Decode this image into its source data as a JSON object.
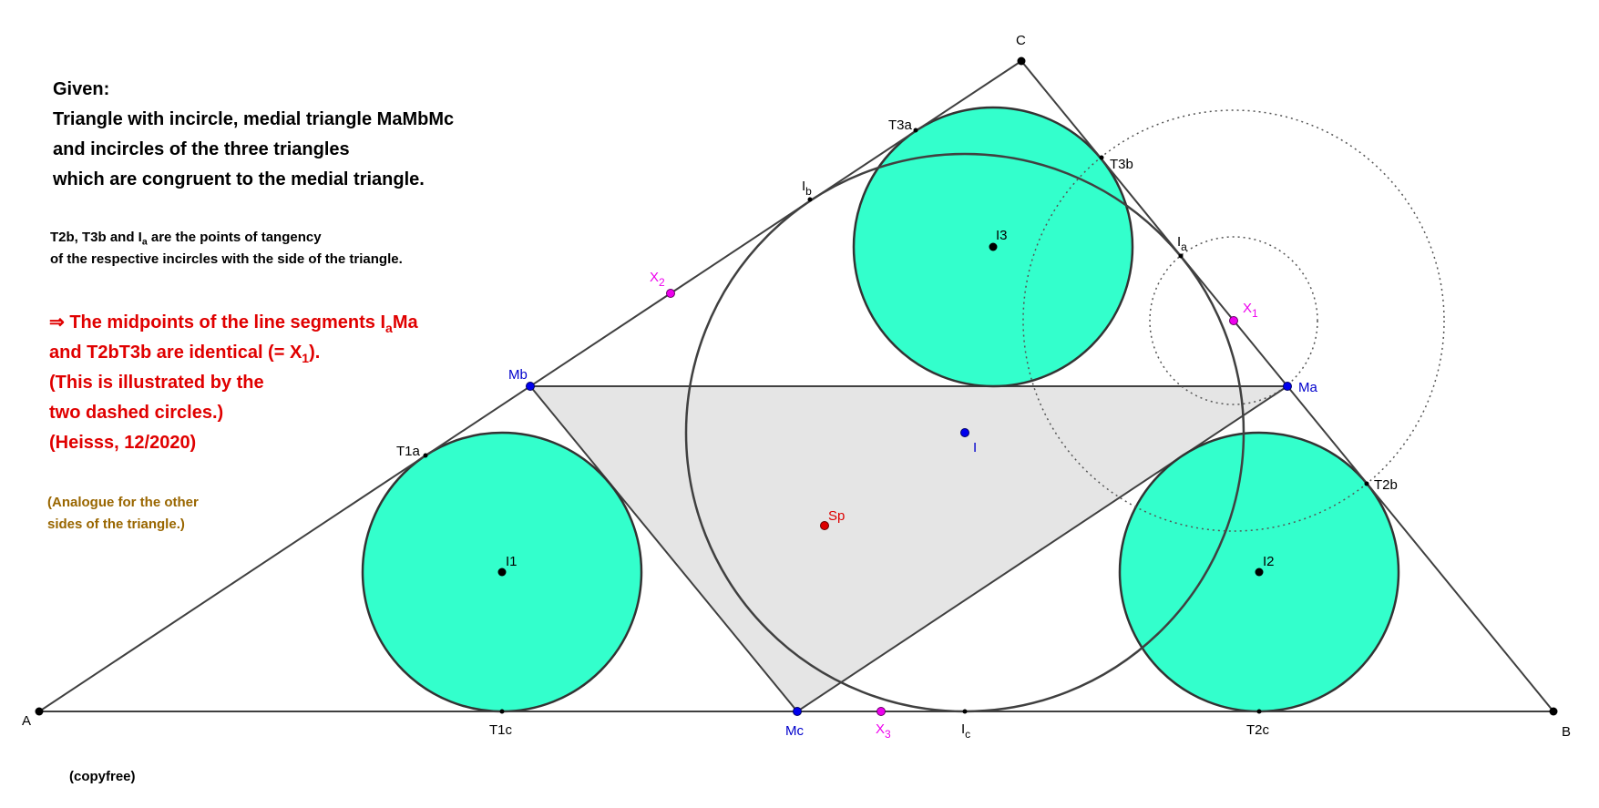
{
  "given": {
    "heading": "Given:",
    "lines": [
      "Triangle with incircle, medial triangle MaMbMc",
      "and incircles of the three triangles",
      "which are congruent to the medial triangle."
    ]
  },
  "note": {
    "line1_pre": "T2b, T3b and I",
    "line1_sub": "a",
    "line1_post": " are the points of tangency",
    "line2": "of the respective incircles with the side of the triangle."
  },
  "result": {
    "line1_pre": "⇒ The midpoints of the line segments I",
    "line1_sub": "a",
    "line1_post": "Ma",
    "line2_pre": "and T2bT3b are identical (= X",
    "line2_sub": "1",
    "line2_post": ").",
    "line3": "(This is illustrated by the",
    "line4": "two dashed circles.)",
    "line5": "(Heisss, 12/2020)"
  },
  "analogue": {
    "line1": "(Analogue for the other",
    "line2": "sides of the triangle.)"
  },
  "copyright": "(copyfree)",
  "colors": {
    "incircle_fill": "#33ffcc",
    "medial_fill": "#e5e5e5",
    "stroke": "#404040",
    "blue_point": "#0000ee",
    "magenta_point": "#ee00ee",
    "red_point": "#dd0000",
    "result_text": "#e00000",
    "analogue_text": "#996600"
  },
  "labels": {
    "A": "A",
    "B": "B",
    "C": "C",
    "Ma": "Ma",
    "Mb": "Mb",
    "Mc": "Mc",
    "I": "I",
    "Sp": "Sp",
    "I1": "I1",
    "I2": "I2",
    "I3": "I3",
    "T1a": "T1a",
    "T1c": "T1c",
    "T2b": "T2b",
    "T2c": "T2c",
    "T3a": "T3a",
    "T3b": "T3b",
    "Ia": "I",
    "Ia_sub": "a",
    "Ib": "I",
    "Ib_sub": "b",
    "Ic": "I",
    "Ic_sub": "c",
    "X1": "X",
    "X1_sub": "1",
    "X2": "X",
    "X2_sub": "2",
    "X3": "X",
    "X3_sub": "3"
  }
}
